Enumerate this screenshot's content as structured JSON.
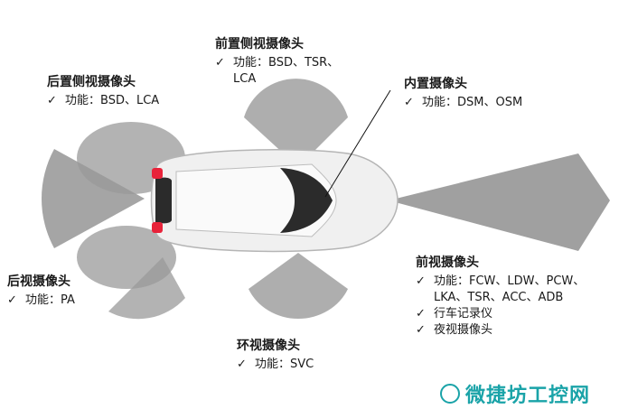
{
  "cameras": {
    "front_side": {
      "title": "前置侧视摄像头",
      "lines": [
        "功能：BSD、TSR、",
        "LCA"
      ]
    },
    "rear_side": {
      "title": "后置侧视摄像头",
      "lines": [
        "功能：BSD、LCA"
      ]
    },
    "interior": {
      "title": "内置摄像头",
      "lines": [
        "功能：DSM、OSM"
      ]
    },
    "rear": {
      "title": "后视摄像头",
      "lines": [
        "功能：PA"
      ]
    },
    "front": {
      "title": "前视摄像头",
      "lines": [
        "功能：FCW、LDW、PCW、",
        "LKA、TSR、ACC、ADB",
        "行车记录仪",
        "夜视摄像头"
      ]
    },
    "surround": {
      "title": "环视摄像头",
      "lines": [
        "功能：SVC"
      ]
    }
  },
  "check_glyph": "✓",
  "watermark": "微捷坊工控网",
  "colors": {
    "fov": "#8f8f8f",
    "fov_light": "#c9c9c9",
    "car": "#f0f0f0",
    "glass": "#2b2b2b",
    "brake": "#e8233a"
  }
}
